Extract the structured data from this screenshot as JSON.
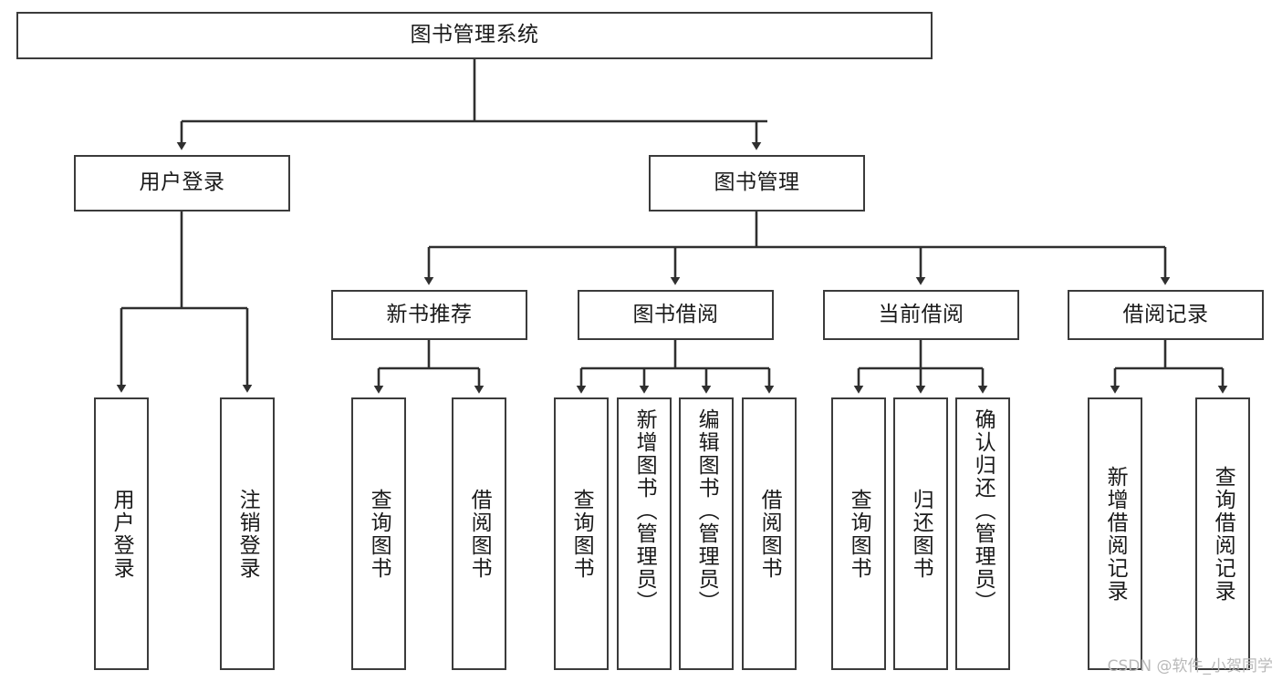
{
  "diagram": {
    "title": "图书管理系统",
    "watermark": "CSDN @软件_小贺同学",
    "colors": {
      "box_border": "#3b3b3b",
      "box_fill": "#ffffff",
      "edge": "#2f2f2f",
      "text": "#1a1a1a",
      "watermark": "#b9b9b9",
      "background": "#ffffff"
    },
    "nodes": {
      "root": {
        "label": "图书管理系统"
      },
      "level2": [
        {
          "id": "user-login",
          "label": "用户登录"
        },
        {
          "id": "book-manage",
          "label": "图书管理"
        }
      ],
      "level3": [
        {
          "id": "new-book-recommend",
          "label": "新书推荐"
        },
        {
          "id": "book-borrow",
          "label": "图书借阅"
        },
        {
          "id": "current-borrow",
          "label": "当前借阅"
        },
        {
          "id": "borrow-record",
          "label": "借阅记录"
        }
      ],
      "leaves": {
        "user_login": [
          {
            "id": "leaf-user-login",
            "label": "用户登录"
          },
          {
            "id": "leaf-user-logout",
            "label": "注销登录"
          }
        ],
        "new_book_recommend": [
          {
            "id": "leaf-query-book-1",
            "label": "查询图书"
          },
          {
            "id": "leaf-borrow-book-1",
            "label": "借阅图书"
          }
        ],
        "book_borrow": [
          {
            "id": "leaf-query-book-2",
            "label": "查询图书"
          },
          {
            "id": "leaf-add-book",
            "label": "新增图书（管理员）"
          },
          {
            "id": "leaf-edit-book",
            "label": "编辑图书（管理员）"
          },
          {
            "id": "leaf-borrow-book-2",
            "label": "借阅图书"
          }
        ],
        "current_borrow": [
          {
            "id": "leaf-query-book-3",
            "label": "查询图书"
          },
          {
            "id": "leaf-return-book",
            "label": "归还图书"
          },
          {
            "id": "leaf-confirm-return",
            "label": "确认归还（管理员）"
          }
        ],
        "borrow_record": [
          {
            "id": "leaf-add-record",
            "label": "新增借阅记录"
          },
          {
            "id": "leaf-query-record",
            "label": "查询借阅记录"
          }
        ]
      }
    }
  },
  "chart_data": {
    "type": "tree-diagram",
    "title": "图书管理系统",
    "orientation": "top-down",
    "levels": 4,
    "tree": {
      "label": "图书管理系统",
      "children": [
        {
          "label": "用户登录",
          "children": [
            {
              "label": "用户登录"
            },
            {
              "label": "注销登录"
            }
          ]
        },
        {
          "label": "图书管理",
          "children": [
            {
              "label": "新书推荐",
              "children": [
                {
                  "label": "查询图书"
                },
                {
                  "label": "借阅图书"
                }
              ]
            },
            {
              "label": "图书借阅",
              "children": [
                {
                  "label": "查询图书"
                },
                {
                  "label": "新增图书（管理员）"
                },
                {
                  "label": "编辑图书（管理员）"
                },
                {
                  "label": "借阅图书"
                }
              ]
            },
            {
              "label": "当前借阅",
              "children": [
                {
                  "label": "查询图书"
                },
                {
                  "label": "归还图书"
                },
                {
                  "label": "确认归还（管理员）"
                }
              ]
            },
            {
              "label": "借阅记录",
              "children": [
                {
                  "label": "新增借阅记录"
                },
                {
                  "label": "查询借阅记录"
                }
              ]
            }
          ]
        }
      ]
    }
  }
}
